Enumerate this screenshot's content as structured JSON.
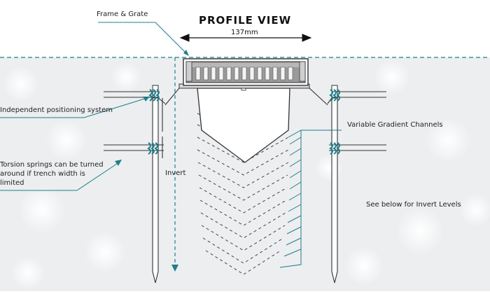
{
  "title": "PROFILE VIEW",
  "dimension": "137mm",
  "labels": {
    "frame_grate": "Frame & Grate",
    "positioning": "Independent positioning system",
    "torsion_line1": "Torsion springs can be turned",
    "torsion_line2": "around if trench width is",
    "torsion_line3": "limited",
    "invert": "Invert",
    "gradient": "Variable Gradient Channels",
    "see_below": "See below for Invert Levels"
  },
  "colors": {
    "accent": "#1f7f8a",
    "ground_fill": "#f1f2f3",
    "outline": "#333333",
    "grate_fill": "#8c8c8c"
  }
}
